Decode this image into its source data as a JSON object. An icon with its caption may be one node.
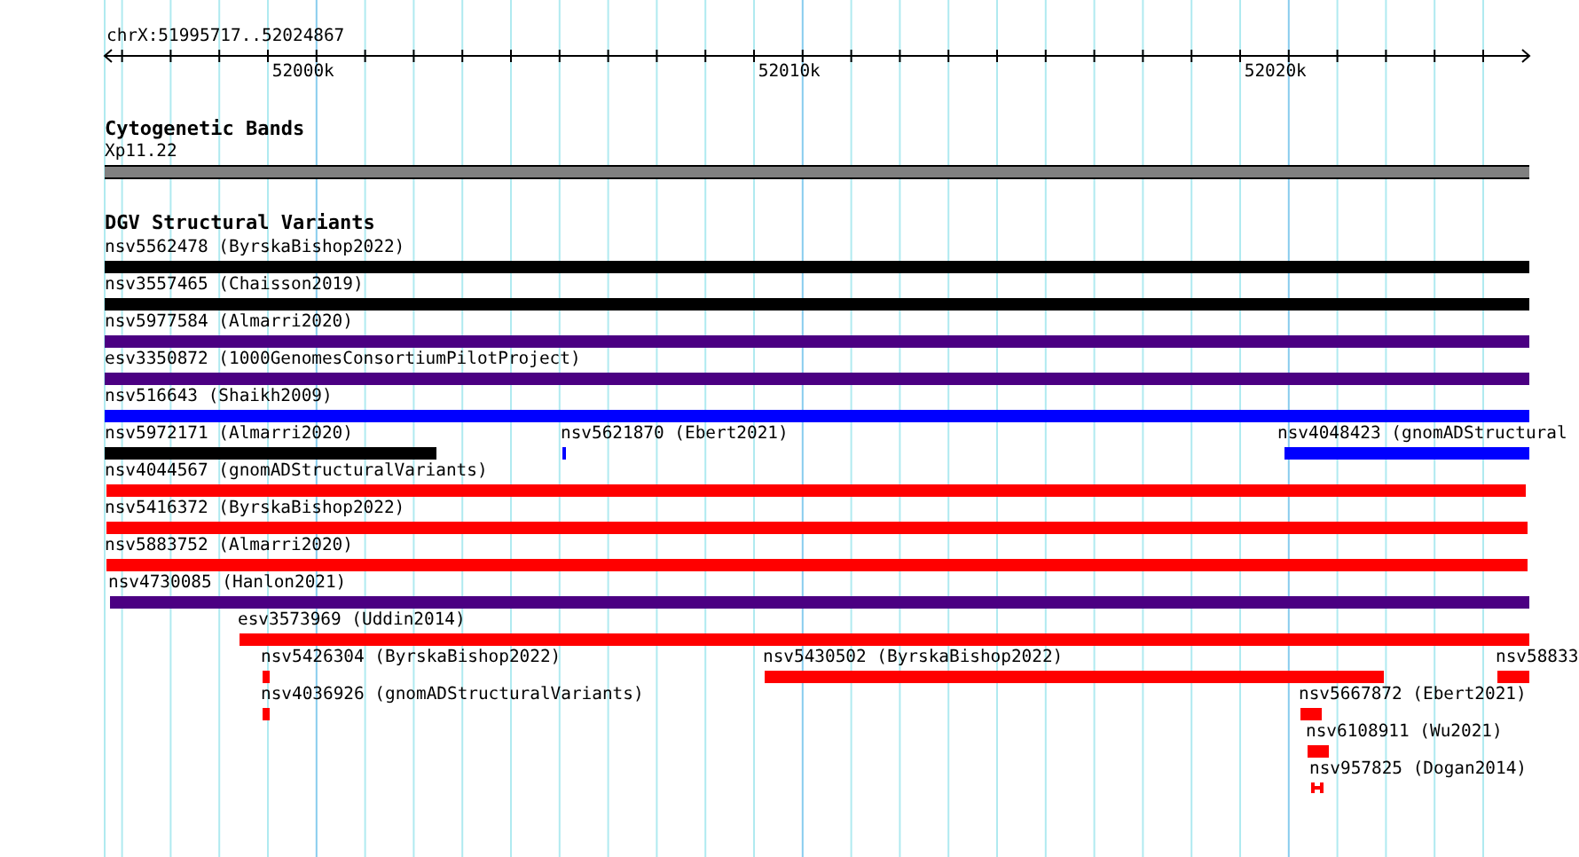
{
  "diagram": {
    "nodes": [
      {
        "text": [
          "Xp11.22"
        ]
      },
      {
        "text": [
          "nsv5562478 (ByrskaBishop2022)"
        ]
      },
      {
        "text": [
          "nsv3557465 (Chaisson2019)"
        ]
      },
      {
        "text": [
          "nsv5977584 (Almarri2020)"
        ]
      },
      {
        "text": [
          "esv3350872 (1000GenomesConsortiumPilotProject)"
        ]
      },
      {
        "text": [
          "nsv516643 (Shaikh2009)"
        ]
      },
      {
        "text": [
          "nsv5972171 (Almarri2020)"
        ]
      },
      {
        "text": [
          "nsv5621870 (Ebert2021)"
        ]
      },
      {
        "text": [
          "nsv4048423 (gnomADStructural"
        ]
      },
      {
        "text": [
          "nsv4044567 (gnomADStructuralVariants)"
        ]
      },
      {
        "text": [
          "nsv5416372 (ByrskaBishop2022)"
        ]
      },
      {
        "text": [
          "nsv5883752 (Almarri2020)"
        ]
      },
      {
        "text": [
          "nsv4730085 (Hanlon2021)"
        ]
      },
      {
        "text": [
          "esv3573969 (Uddin2014)"
        ]
      },
      {
        "text": [
          "nsv5426304 (ByrskaBishop2022)"
        ]
      },
      {
        "text": [
          "nsv5430502 (ByrskaBishop2022)"
        ]
      },
      {
        "text": [
          "nsv58833"
        ]
      },
      {
        "text": [
          "nsv4036926 (gnomADStructuralVariants)"
        ]
      },
      {
        "text": [
          "nsv5667872 (Ebert2021)"
        ]
      },
      {
        "text": [
          "nsv6108911 (Wu2021)"
        ]
      },
      {
        "text": [
          "nsv957825 (Dogan2014)"
        ]
      }
    ],
    "labels": [
      "chrX:51995717..52024867",
      "52000k",
      "52010k",
      "52020k",
      "Cytogenetic Bands",
      "DGV Structural Variants"
    ]
  }
}
